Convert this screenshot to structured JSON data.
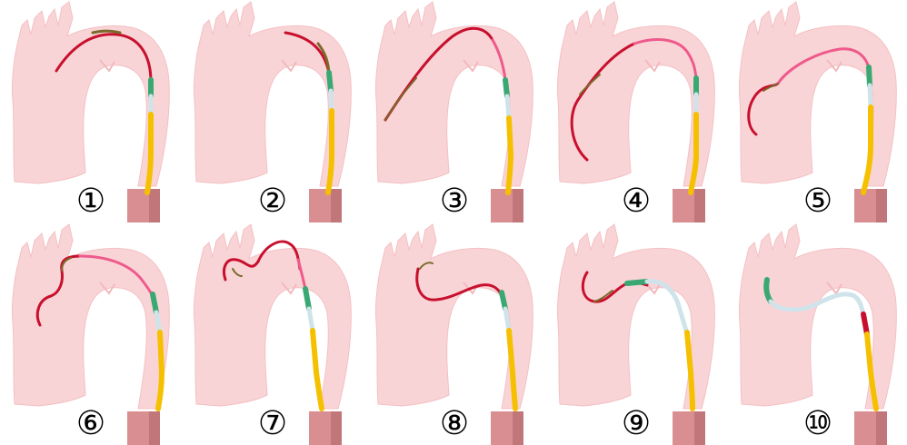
{
  "figure": {
    "panels": [
      {
        "step": "①"
      },
      {
        "step": "②"
      },
      {
        "step": "③"
      },
      {
        "step": "④"
      },
      {
        "step": "⑤"
      },
      {
        "step": "⑥"
      },
      {
        "step": "⑦"
      },
      {
        "step": "⑧"
      },
      {
        "step": "⑨"
      },
      {
        "step": "⑩"
      }
    ]
  },
  "colors": {
    "aorta": "#f9d4d6",
    "aorta_edge": "#f4c0c4",
    "sheath": "#d98f92",
    "sheath_dark": "#c1777a",
    "catheter_yellow": "#f5c000",
    "marker_green": "#3aa872",
    "marker_green_light": "#6fc79c",
    "guidewire_red": "#c8102e",
    "guidewire_pink": "#ee5a8c",
    "catheter_light": "#cfe3ea",
    "wire_olive": "#7a6a2a"
  }
}
